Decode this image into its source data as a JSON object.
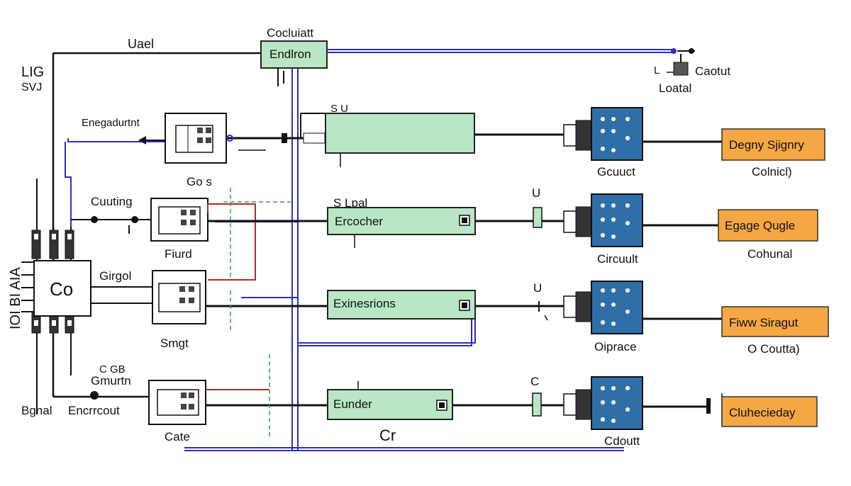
{
  "colors": {
    "wire": "#111111",
    "bus": "#2a2fc0",
    "red_wire": "#b22a2a",
    "green_dash": "#3f9a5a",
    "encoder_fill": "#b9e6c4",
    "encoder_stroke": "#222222",
    "module_fill": "#2f6fa8",
    "output_fill": "#f4a742",
    "output_stroke": "#333333"
  },
  "top": {
    "box_label": "Endlron",
    "box_title": "Cocluiatt",
    "left_label": "Uael",
    "right_label_top": "Caotut",
    "right_label_bottom": "Loatal",
    "right_mark": "L"
  },
  "left": {
    "side_top": "LIG",
    "side_sub": "SVJ",
    "vertical_text": "IOI BI AIA",
    "main_chip": "Co",
    "main_label": "Girgol",
    "bottom_left": "Bgnal",
    "bottom_mid": "Encrrcout",
    "bottom_small": "Gmurtn",
    "bottom_small2": "C GB"
  },
  "rows": [
    {
      "left_label": "Enegadurtnt",
      "mid_label": "",
      "encoder_label": "",
      "encoder_top": "S U",
      "module_label": "Gcuuct",
      "output_label": "Degny Sjignry",
      "output_sub": "Colnicl)",
      "relay_top": "",
      "relay_bottom": ""
    },
    {
      "left_label": "Cuuting",
      "mid_label": "Go s",
      "encoder_label": "Ercocher",
      "encoder_top": "S Lpal",
      "module_label": "Circuult",
      "output_label": "Egage Qugle",
      "output_sub": "Cohunal",
      "relay_top": "U",
      "relay_bottom": "Fiurd"
    },
    {
      "left_label": "",
      "mid_label": "",
      "encoder_label": "Exinesrions",
      "encoder_top": "",
      "module_label": "Oiprace",
      "output_label": "Fiww Siragut",
      "output_sub": "O Coutta)",
      "relay_top": "U",
      "relay_bottom": "Smgt"
    },
    {
      "left_label": "",
      "mid_label": "",
      "encoder_label": "Eunder",
      "encoder_top": "",
      "module_label": "Cdoutt",
      "output_label": "Cluhecieday",
      "output_sub": "",
      "relay_top": "C",
      "relay_bottom": "Cate"
    }
  ],
  "bottom_mid_label": "Cr"
}
